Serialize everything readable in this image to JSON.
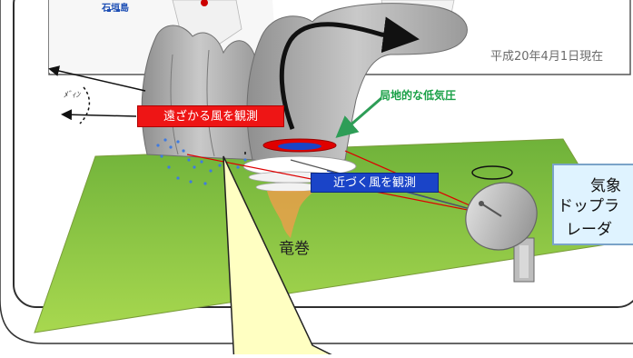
{
  "map": {
    "date_note": "平成20年4月1日現在",
    "place_name": "石垣島"
  },
  "labels": {
    "receding_wind": "遠ざかる風を観測",
    "approaching_wind": "近づく風を観測",
    "mesocyclone": "局地的な低気圧",
    "tornado": "竜巻",
    "gust": "ﾒﾞｨﾝ"
  },
  "radar": {
    "line1": "気象",
    "line2": "ドップラ",
    "line3": "レーダ"
  },
  "colors": {
    "ground": "#8cc63f",
    "cloud": "#a9a9a9",
    "receding": "#ee1515",
    "approaching": "#1a44c8",
    "mesocyclone_arrow": "#2e9d57",
    "callout": "#ffffc2",
    "radar_box": "#dff3ff"
  }
}
